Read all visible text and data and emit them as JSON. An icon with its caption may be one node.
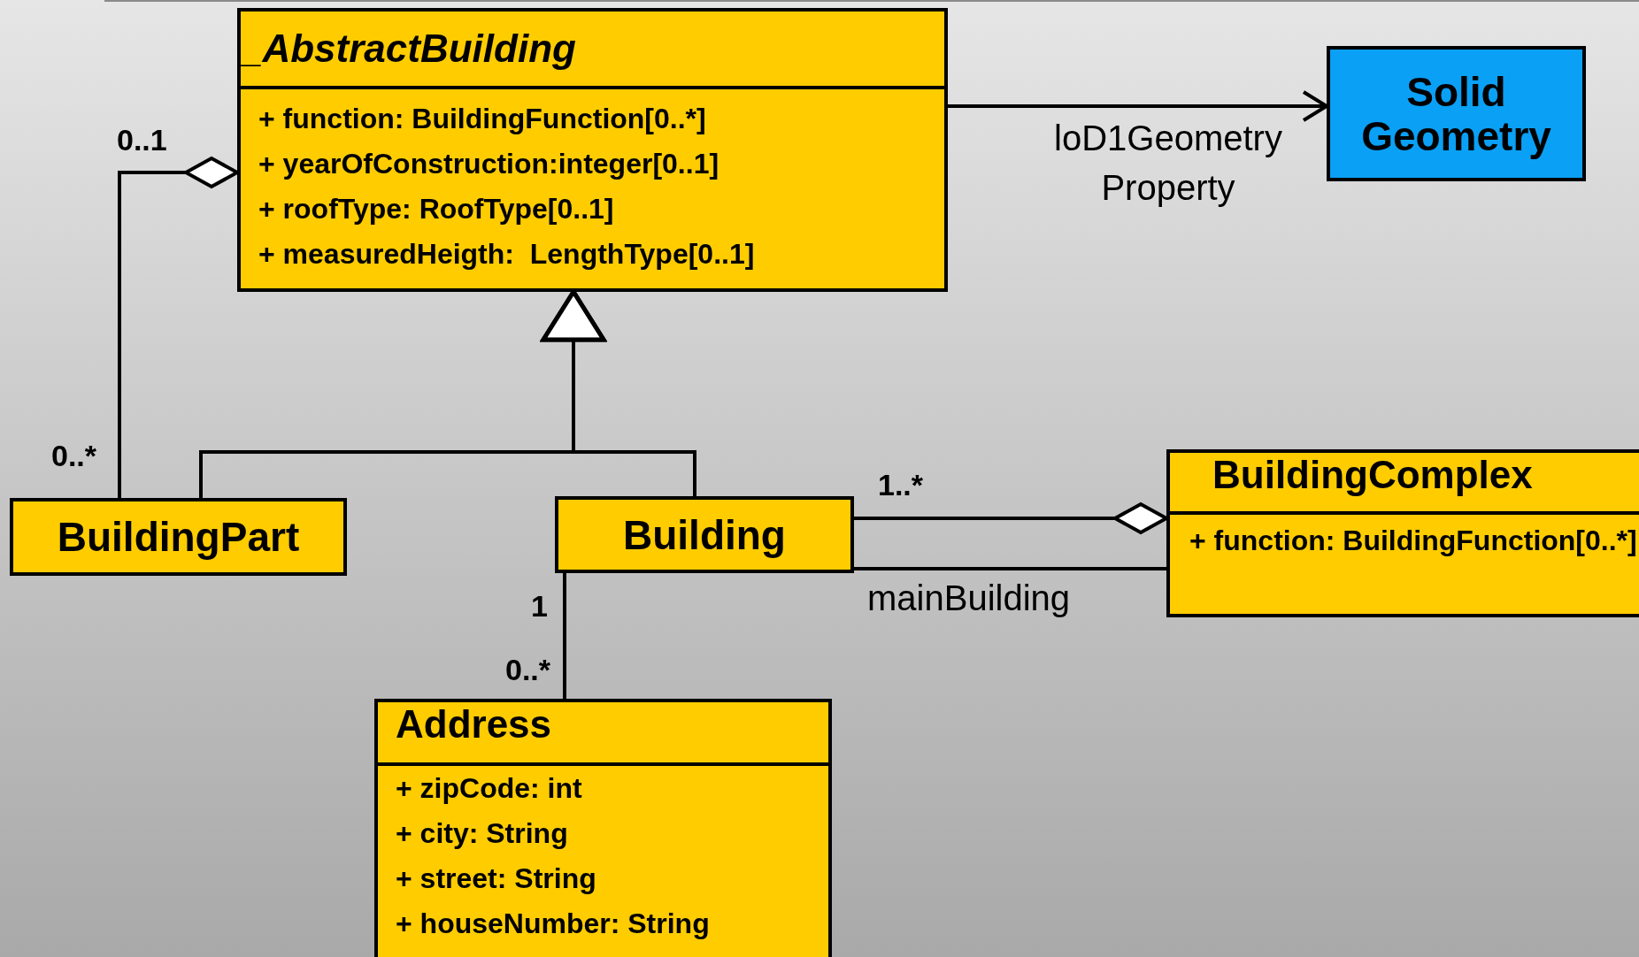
{
  "diagram": {
    "nodes": [
      {
        "text": [
          "_AbstractBuilding",
          "+ function: BuildingFunction[0..*]",
          "+ yearOfConstruction:integer[0..1]",
          "+ roofType: RoofType[0..1]",
          "+ measuredHeigth:  LengthType[0..1]"
        ]
      },
      {
        "text": [
          "Solid Geometry"
        ]
      },
      {
        "text": [
          "BuildingPart"
        ]
      },
      {
        "text": [
          "Building"
        ]
      },
      {
        "text": [
          "BuildingComplex",
          "+ function: BuildingFunction[0..*]"
        ]
      },
      {
        "text": [
          "Address",
          "+ zipCode: int",
          "+ city: String",
          "+ street: String",
          "+ houseNumber: String"
        ]
      }
    ],
    "edges": [
      {
        "from": 0,
        "to": 1,
        "arrow": "to",
        "label": "loD1Geometry Property"
      },
      {
        "from": 2,
        "to": 0,
        "arrow": "other"
      },
      {
        "from": 2,
        "to": 0,
        "arrow": "to"
      },
      {
        "from": 3,
        "to": 0,
        "arrow": "to"
      },
      {
        "from": 3,
        "to": 4,
        "arrow": "other"
      },
      {
        "from": 3,
        "to": 4,
        "arrow": "none",
        "label": "mainBuilding"
      },
      {
        "from": 3,
        "to": 5,
        "arrow": "none"
      }
    ],
    "labels": [
      "0..1",
      "0..*",
      "1..*",
      "1",
      "0..*"
    ]
  }
}
